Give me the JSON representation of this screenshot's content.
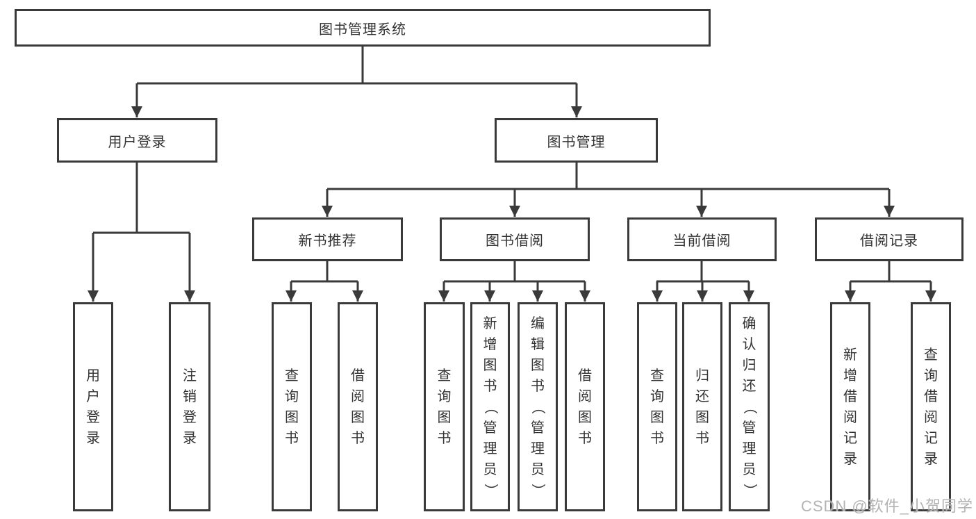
{
  "diagram": {
    "root": {
      "label": "图书管理系统"
    },
    "level2": {
      "user_login": {
        "label": "用户登录"
      },
      "book_mgmt": {
        "label": "图书管理"
      }
    },
    "level3": {
      "new_book_rec": {
        "label": "新书推荐",
        "parent": "图书管理"
      },
      "book_borrow": {
        "label": "图书借阅",
        "parent": "图书管理"
      },
      "current_borrow": {
        "label": "当前借阅",
        "parent": "图书管理"
      },
      "borrow_records": {
        "label": "借阅记录",
        "parent": "图书管理"
      }
    },
    "leaves": {
      "user_login": {
        "label": "用户登录",
        "parent": "用户登录"
      },
      "logout": {
        "label": "注销登录",
        "parent": "用户登录"
      },
      "nbr_query": {
        "label": "查询图书",
        "parent": "新书推荐"
      },
      "nbr_borrow": {
        "label": "借阅图书",
        "parent": "新书推荐"
      },
      "bb_query": {
        "label": "查询图书",
        "parent": "图书借阅"
      },
      "bb_add": {
        "label": "新增图书（管理员）",
        "parent": "图书借阅"
      },
      "bb_edit": {
        "label": "编辑图书（管理员）",
        "parent": "图书借阅"
      },
      "bb_borrow": {
        "label": "借阅图书",
        "parent": "图书借阅"
      },
      "cb_query": {
        "label": "查询图书",
        "parent": "当前借阅"
      },
      "cb_return": {
        "label": "归还图书",
        "parent": "当前借阅"
      },
      "cb_confirm": {
        "label": "确认归还（管理员）",
        "parent": "当前借阅"
      },
      "br_add": {
        "label": "新增借阅记录",
        "parent": "借阅记录"
      },
      "br_query": {
        "label": "查询借阅记录",
        "parent": "借阅记录"
      }
    }
  },
  "watermark": {
    "text": "CSDN @软件_小贺同学"
  },
  "colors": {
    "line": "#3a3a3a",
    "text": "#333333",
    "background": "#ffffff",
    "watermark": "#b3b3b3"
  }
}
